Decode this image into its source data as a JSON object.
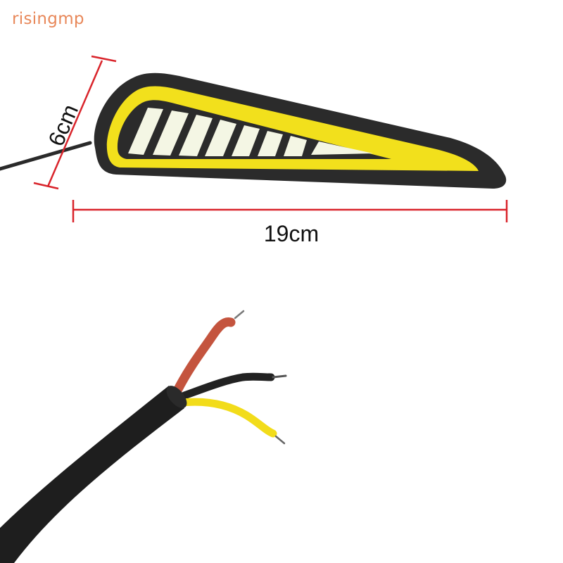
{
  "watermark": {
    "text": "risingmp",
    "color": "#e8885a"
  },
  "product": {
    "name": "LED daytime running light",
    "colors": {
      "housing": "#2b2b2b",
      "amber_ring": "#f2e01c",
      "white_leds": "#f4f6e4",
      "dimension_line": "#d9242b"
    },
    "led_segments": 8
  },
  "dimensions": {
    "height_label": "6cm",
    "width_label": "19cm"
  },
  "cable": {
    "jacket_color": "#1e1e1e",
    "wires": [
      {
        "name": "red",
        "color": "#c4543e"
      },
      {
        "name": "black",
        "color": "#222222"
      },
      {
        "name": "yellow",
        "color": "#f2dc1a"
      }
    ]
  }
}
